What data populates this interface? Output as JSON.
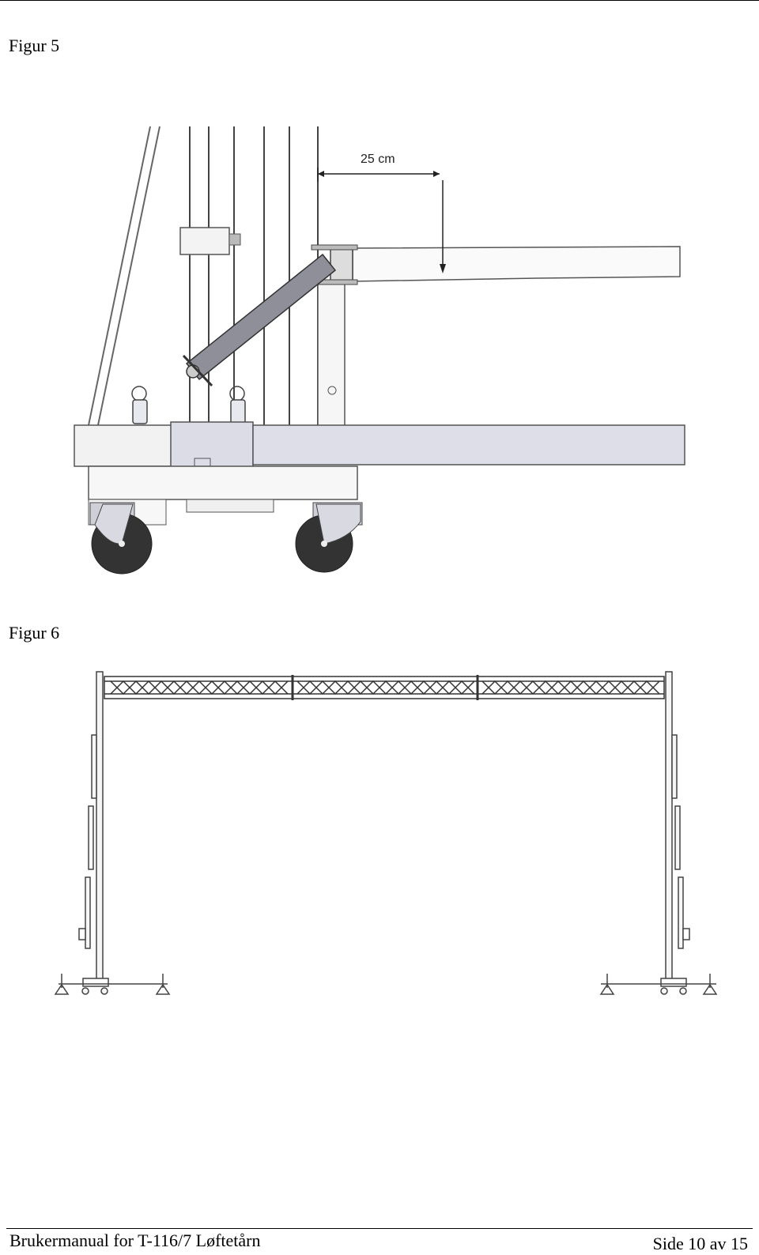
{
  "figures": [
    {
      "caption": "Figur 5",
      "dimension_label": "25 cm"
    },
    {
      "caption": "Figur 6"
    }
  ],
  "footer": {
    "title": "Brukermanual for T-116/7 Løftetårn",
    "page": "Side 10 av 15"
  }
}
